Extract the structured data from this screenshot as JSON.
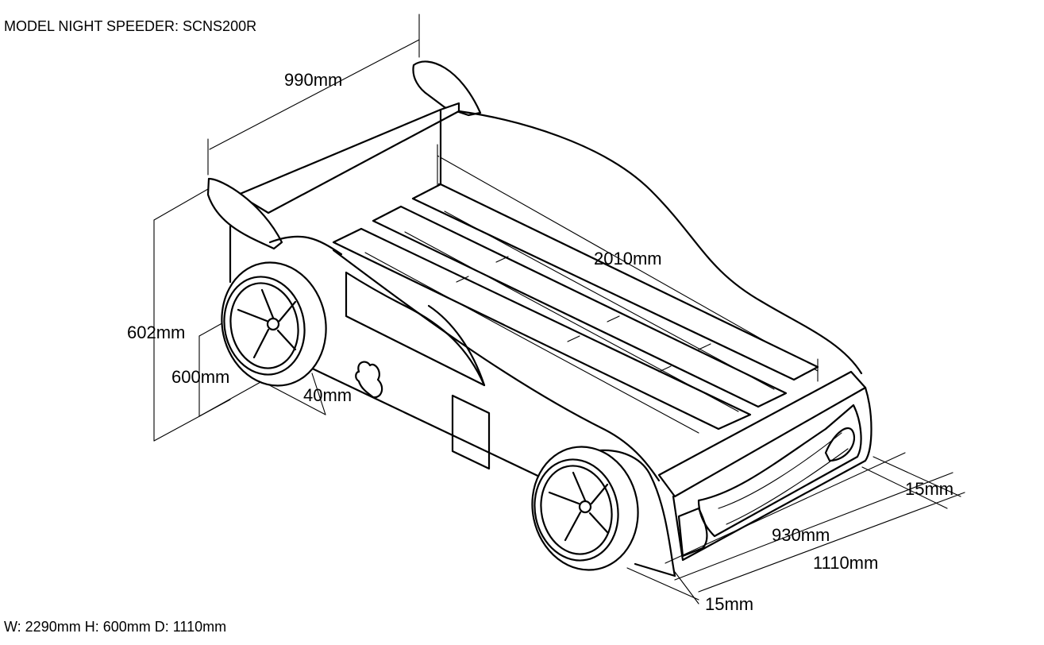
{
  "title": "MODEL NIGHT SPEEDER: SCNS200R",
  "footer": "W: 2290mm H: 600mm D: 1110mm",
  "dimensions": {
    "spoiler_width": "990mm",
    "bed_length": "2010mm",
    "overall_height": "602mm",
    "side_height": "600mm",
    "side_thickness": "40mm",
    "front_panel_thickness_right": "15mm",
    "inner_width": "930mm",
    "overall_depth": "1110mm",
    "front_panel_thickness_bottom": "15mm"
  }
}
